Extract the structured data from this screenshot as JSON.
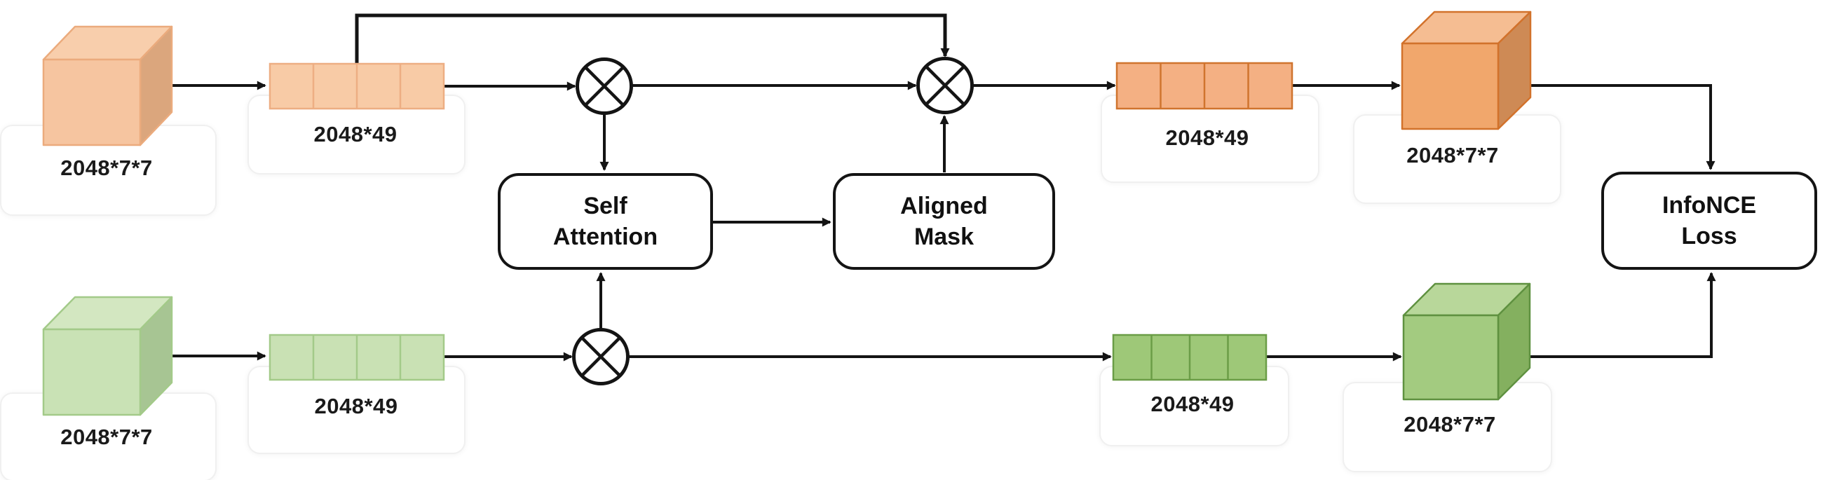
{
  "diagram": {
    "multiply_operator": "⊗",
    "top_stream": {
      "input_cube_label": "2048*7*7",
      "input_tokens_label": "2048*49",
      "output_tokens_label": "2048*49",
      "output_cube_label": "2048*7*7"
    },
    "bottom_stream": {
      "input_cube_label": "2048*7*7",
      "input_tokens_label": "2048*49",
      "output_tokens_label": "2048*49",
      "output_cube_label": "2048*7*7"
    },
    "blocks": {
      "self_attention": "Self\nAttention",
      "aligned_mask": "Aligned\nMask",
      "infonce_loss": "InfoNCE\nLoss"
    },
    "colors": {
      "line": "#141414",
      "text": "#1a1a1a",
      "orange_light": {
        "front": "#F6C5A0",
        "top": "#F8CEAC",
        "side": "#DBA67D",
        "stroke": "#EBAB7D",
        "strip_fill": "#F8CBA6",
        "strip_border": "#EDAE83"
      },
      "orange_dark": {
        "front": "#F1A76C",
        "top": "#F5BD92",
        "side": "#CE8A55",
        "stroke": "#D2722B",
        "strip_fill": "#F4B083",
        "strip_border": "#D0742E"
      },
      "green_light": {
        "front": "#C9E2B5",
        "top": "#D3E7C1",
        "side": "#A7C593",
        "stroke": "#A3CA89",
        "strip_fill": "#C9E1B4",
        "strip_border": "#A3CA89"
      },
      "green_dark": {
        "front": "#A3CB80",
        "top": "#B8D79A",
        "side": "#84B05F",
        "stroke": "#5F9140",
        "strip_fill": "#9EC878",
        "strip_border": "#6B9D47"
      }
    }
  }
}
